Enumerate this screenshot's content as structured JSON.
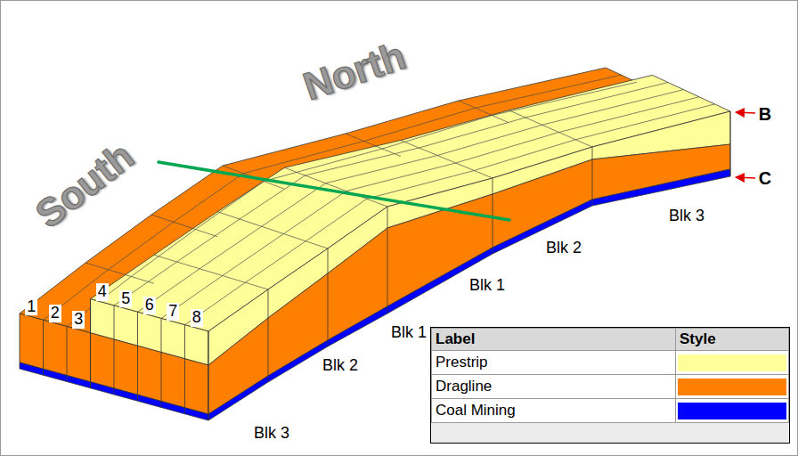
{
  "diagram": {
    "labels": [
      "North",
      "South",
      "1",
      "2",
      "3",
      "4",
      "5",
      "6",
      "7",
      "8",
      "Blk 3",
      "Blk 2",
      "Blk 1",
      "Blk 1",
      "Blk 2",
      "Blk 3",
      "B",
      "C",
      "Label",
      "Style"
    ],
    "legend": [
      {
        "text": "Prestrip",
        "color": "#FFFF99"
      },
      {
        "text": "Dragline",
        "color": "#FF8000"
      },
      {
        "text": "Coal Mining",
        "color": "#0000FF"
      }
    ]
  }
}
